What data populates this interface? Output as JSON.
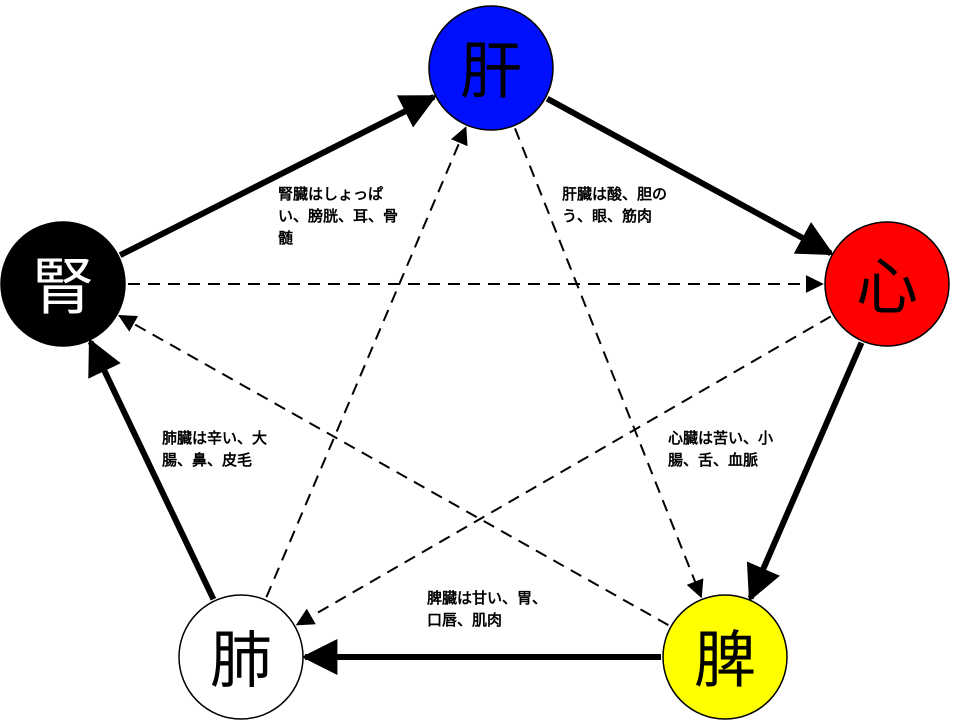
{
  "diagram": {
    "nodes": [
      {
        "id": "liver",
        "label": "肝",
        "fill": "#0010ff",
        "text_color": "#000000"
      },
      {
        "id": "heart",
        "label": "心",
        "fill": "#ff0000",
        "text_color": "#000000"
      },
      {
        "id": "spleen",
        "label": "脾",
        "fill": "#ffff00",
        "text_color": "#000000"
      },
      {
        "id": "lung",
        "label": "肺",
        "fill": "#ffffff",
        "text_color": "#000000"
      },
      {
        "id": "kidney",
        "label": "腎",
        "fill": "#000000",
        "text_color": "#ffffff"
      }
    ],
    "cycle_arrows": [
      {
        "from": "kidney",
        "to": "liver"
      },
      {
        "from": "liver",
        "to": "heart"
      },
      {
        "from": "heart",
        "to": "spleen"
      },
      {
        "from": "spleen",
        "to": "lung"
      },
      {
        "from": "lung",
        "to": "kidney"
      }
    ],
    "control_arrows": [
      {
        "from": "kidney",
        "to": "heart"
      },
      {
        "from": "heart",
        "to": "lung"
      },
      {
        "from": "lung",
        "to": "liver"
      },
      {
        "from": "liver",
        "to": "spleen"
      },
      {
        "from": "spleen",
        "to": "kidney"
      }
    ],
    "notes": {
      "kidney": "腎臓はしょっぱい、膀胱、耳、骨髄",
      "liver": "肝臓は酸、胆のう、眼、筋肉",
      "heart": "心臓は苦い、小腸、舌、血脈",
      "lung": "肺臓は辛い、大腸、鼻、皮毛",
      "spleen": "脾臓は甘い、胃、口唇、肌肉"
    }
  }
}
